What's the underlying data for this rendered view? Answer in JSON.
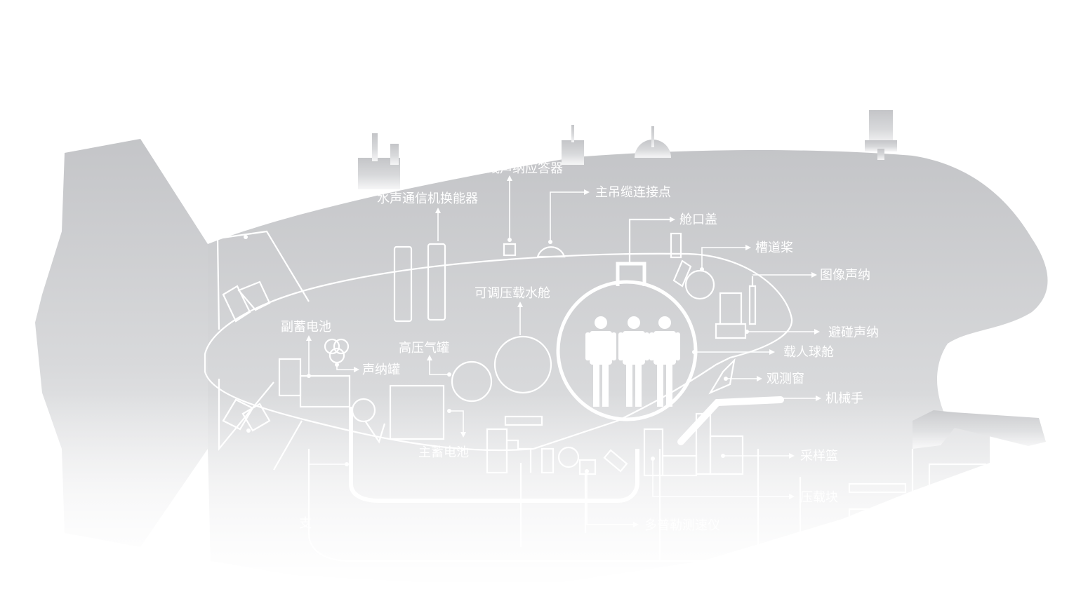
{
  "colors": {
    "background": "#ffffff",
    "hull_top": "#c9cacc",
    "hull_bottom": "#f4f4f5",
    "line": "#ffffff"
  },
  "labels": {
    "usbl_transponder": "超短基线声纳应答器",
    "acoustic_transducer": "水声通信机换能器",
    "main_cable_point": "主吊缆连接点",
    "hatch_cover": "舱口盖",
    "tunnel_thruster": "槽道桨",
    "imaging_sonar": "图像声纳",
    "adjustable_ballast": "可调压载水舱",
    "aux_battery": "副蓄电池",
    "hp_gas_tank": "高压气罐",
    "sonar_tank": "声纳罐",
    "collision_sonar": "避碰声纳",
    "manned_sphere": "载人球舱",
    "viewport": "观测窗",
    "manipulator": "机械手",
    "main_battery": "主蓄电池",
    "sampling_basket": "采样篮",
    "ballast_block": "压载块",
    "doppler_log": "多普勒测速仪",
    "support": "支"
  }
}
